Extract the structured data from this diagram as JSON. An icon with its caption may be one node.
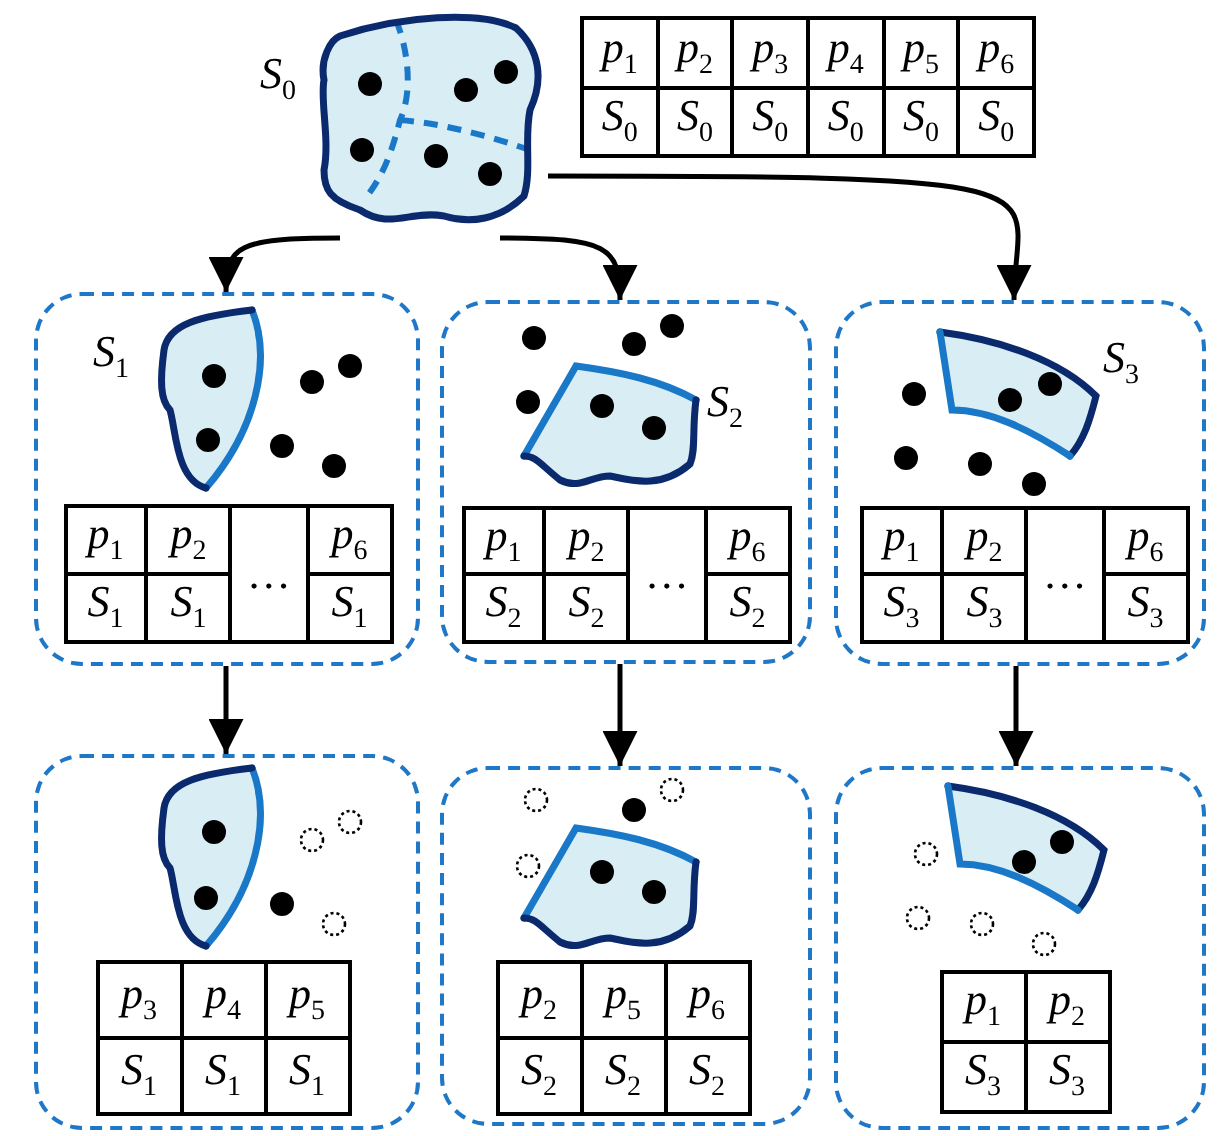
{
  "diagram": {
    "nodes": [
      {
        "text": [
          "S$_{0}$"
        ]
      },
      {
        "text": [
          "p$_{1}$",
          "p$_{2}$",
          "p$_{3}$",
          "p$_{4}$",
          "p$_{5}$",
          "p$_{6}$",
          "S$_{0}$",
          "S$_{0}$",
          "S$_{0}$",
          "S$_{0}$",
          "S$_{0}$",
          "S$_{0}$"
        ]
      },
      {
        "text": [],
        "shape": "box"
      },
      {
        "text": [
          "S$_{1}$"
        ],
        "in": 2
      },
      {
        "text": [
          "p$_{1}$",
          "p$_{2}$",
          "…",
          "p$_{6}$",
          "S$_{1}$",
          "S$_{1}$",
          "S$_{1}$"
        ],
        "in": 2
      },
      {
        "text": [],
        "shape": "box"
      },
      {
        "text": [
          "S$_{2}$"
        ],
        "in": 5
      },
      {
        "text": [
          "p$_{1}$",
          "p$_{2}$",
          "…",
          "p$_{6}$",
          "S$_{2}$",
          "S$_{2}$",
          "S$_{2}$"
        ],
        "in": 5
      },
      {
        "text": [],
        "shape": "box"
      },
      {
        "text": [
          "S$_{3}$"
        ],
        "in": 8
      },
      {
        "text": [
          "p$_{1}$",
          "p$_{2}$",
          "…",
          "p$_{6}$",
          "S$_{3}$",
          "S$_{3}$",
          "S$_{3}$"
        ],
        "in": 8
      },
      {
        "text": [],
        "shape": "box"
      },
      {
        "text": [],
        "shape": "blob",
        "in": 11
      },
      {
        "text": [
          "p$_{3}$",
          "p$_{4}$",
          "p$_{5}$",
          "S$_{1}$",
          "S$_{1}$",
          "S$_{1}$"
        ],
        "in": 11
      },
      {
        "text": [],
        "shape": "box"
      },
      {
        "text": [],
        "shape": "blob",
        "in": 14
      },
      {
        "text": [
          "p$_{2}$",
          "p$_{5}$",
          "p$_{6}$",
          "S$_{2}$",
          "S$_{2}$",
          "S$_{2}$"
        ],
        "in": 14
      },
      {
        "text": [],
        "shape": "box"
      },
      {
        "text": [],
        "shape": "blob",
        "in": 17
      },
      {
        "text": [
          "p$_{1}$",
          "p$_{2}$",
          "S$_{3}$",
          "S$_{3}$"
        ],
        "in": 17
      }
    ],
    "edges": [
      {
        "from": 0,
        "to": 2,
        "arrow": "to"
      },
      {
        "from": 0,
        "to": 5,
        "arrow": "to"
      },
      {
        "from": 0,
        "to": 8,
        "arrow": "to"
      },
      {
        "from": 2,
        "to": 11,
        "arrow": "to"
      },
      {
        "from": 5,
        "to": 14,
        "arrow": "to"
      },
      {
        "from": 8,
        "to": 17,
        "arrow": "to"
      }
    ]
  }
}
